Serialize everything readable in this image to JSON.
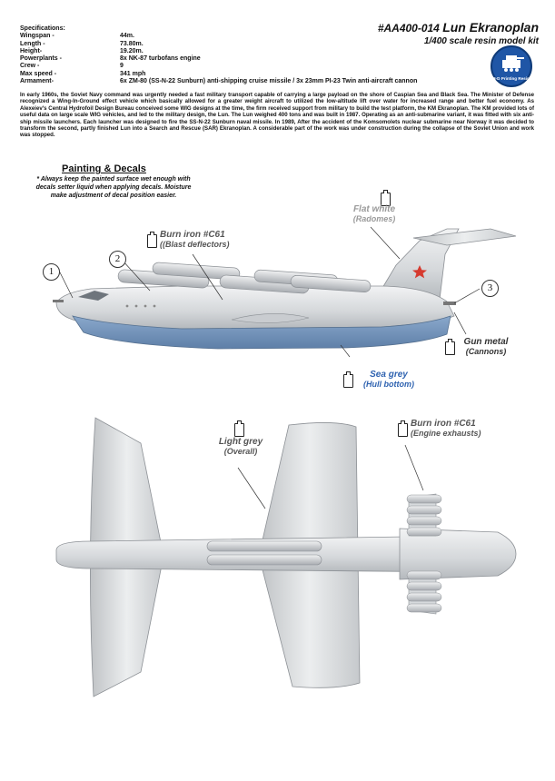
{
  "specs": {
    "heading": "Specifications:",
    "rows": [
      {
        "label": "Wingspan -",
        "value": "44m."
      },
      {
        "label": "Length -",
        "value": "73.80m."
      },
      {
        "label": "Height-",
        "value": "19.20m."
      },
      {
        "label": "Powerplants -",
        "value": "8x NK-87 turbofans  engine"
      },
      {
        "label": "Crew -",
        "value": "9"
      },
      {
        "label": "Max speed -",
        "value": "341 mph"
      },
      {
        "label": "Armament-",
        "value": "6x ZM-80 (SS-N-22 Sunburn) anti-shipping cruise missile / 3x 23mm PI-23 Twin anti-aircraft cannon"
      }
    ]
  },
  "title": {
    "code": "#AA400-014",
    "name": "Lun Ekranoplan",
    "subtitle": "1/400 scale resin model kit"
  },
  "logo": {
    "text": "3-D Printing Resin"
  },
  "description": "In early 1960s, the Soviet Navy command was urgently needed a fast military transport capable of carrying a large payload on the shore of Caspian Sea and Black Sea. The Minister of Defense recognized a Wing-In-Ground effect vehicle which basically allowed for a greater weight aircraft to utilized the low-altitude lift over water for increased range and better fuel economy. As Alexeiev's Central Hydrofoil Design Bureau conceived some WIG designs at the time, the firm received support from military to build the test platform, the KM Ekranoplan. The KM provided lots of useful data on large scale WIG vehicles, and led to the military design, the Lun. The Lun weighed 400 tons and was built in 1987. Operating as an anti-submarine variant, it was fitted with six anti-ship missile launchers. Each launcher was designed to fire the SS-N-22 Sunburn naval missile. In 1989, After the accident of the Komsomolets nuclear submarine near Norway it was decided to transform the second, partly finished Lun into a Search and Rescue (SAR) Ekranoplan. A considerable part of the work was under construction during the collapse of the Soviet Union and work was stopped.",
  "painting": {
    "title": "Painting & Decals",
    "note": "* Always keep the painted surface wet enough with decals setter liquid when applying decals. Moisture make adjustment of decal position easier."
  },
  "callouts": {
    "flat_white": {
      "name": "Flat white",
      "part": "(Radomes)",
      "color": "#9a9a9a"
    },
    "burn_iron_side": {
      "name": "Burn iron #C61",
      "part": "((Blast deflectors)",
      "color": "#555555"
    },
    "gun_metal": {
      "name": "Gun metal",
      "part": "(Cannons)",
      "color": "#333333"
    },
    "sea_grey": {
      "name": "Sea grey",
      "part": "(Hull bottom)",
      "color": "#2e62b0"
    },
    "light_grey": {
      "name": "Light grey",
      "part": "(Overall)",
      "color": "#555555"
    },
    "burn_iron_top": {
      "name": "Burn iron #C61",
      "part": "(Engine exhausts)",
      "color": "#555555"
    }
  },
  "markers": [
    "1",
    "2",
    "3"
  ],
  "colors": {
    "hull": "#e2e4e6",
    "hull_shadow": "#b9bcc0",
    "sea_grey": "#6d8fb7",
    "star": "#d63a2f"
  }
}
